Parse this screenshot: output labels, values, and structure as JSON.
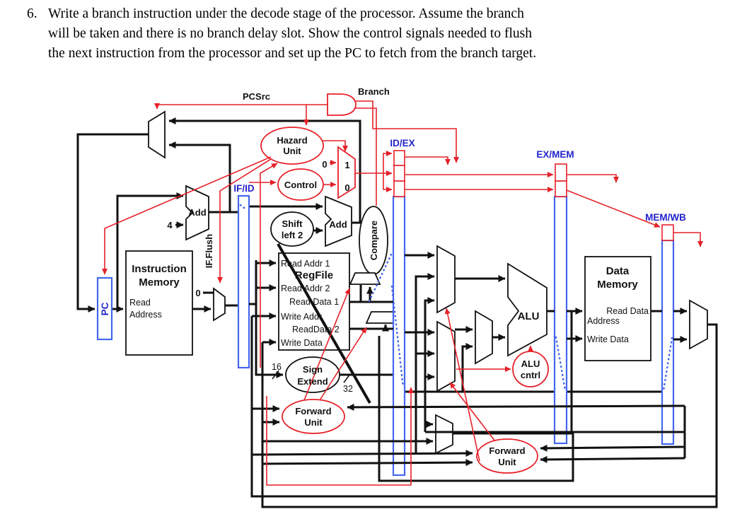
{
  "problem": {
    "number": "6.",
    "line1": "Write a branch instruction under the decode stage of the processor. Assume the branch",
    "line2": "will be taken and there is no branch delay slot. Show the control signals needed to flush",
    "line3": "the next instruction from the processor and set up the PC to fetch from the branch target."
  },
  "labels": {
    "pcsrc": "PCSrc",
    "branch": "Branch",
    "hazard1": "Hazard",
    "hazard2": "Unit",
    "control": "Control",
    "ctrl_mux_in_zero": "0",
    "ctrl_mux_one": "1",
    "ctrl_mux_zero": "0",
    "if_id": "IF/ID",
    "id_ex": "ID/EX",
    "ex_mem": "EX/MEM",
    "mem_wb": "MEM/WB",
    "if_flush": "IF.Flush",
    "pc": "PC",
    "four": "4",
    "flush_zero": "0",
    "add1": "Add",
    "add2": "Add",
    "shift1": "Shift",
    "shift2": "left 2",
    "compare": "Compare",
    "imem1": "Instruction",
    "imem2": "Memory",
    "imem_port1": "Read",
    "imem_port2": "Address",
    "regfile": "RegFile",
    "rf_ra1": "Read Addr 1",
    "rf_ra2": "Read Addr 2",
    "rf_rd1": "Read Data 1",
    "rf_wa": "Write Addr",
    "rf_rd2": "ReadData 2",
    "rf_wd": "Write Data",
    "sign1": "Sign",
    "sign2": "Extend",
    "sixteen": "16",
    "thirtytwo": "32",
    "fwd_left1": "Forward",
    "fwd_left2": "Unit",
    "fwd_right1": "Forward",
    "fwd_right2": "Unit",
    "alu": "ALU",
    "alu_cntrl1": "ALU",
    "alu_cntrl2": "cntrl",
    "dmem1": "Data",
    "dmem2": "Memory",
    "dm_rd": "Read Data",
    "dm_addr": "Address",
    "dm_wd": "Write Data"
  },
  "colors": {
    "signal_red": "#e62129",
    "register_blue": "#4466ee",
    "label_blue": "#2323cc",
    "wire_black": "#111111",
    "background": "#ffffff"
  }
}
